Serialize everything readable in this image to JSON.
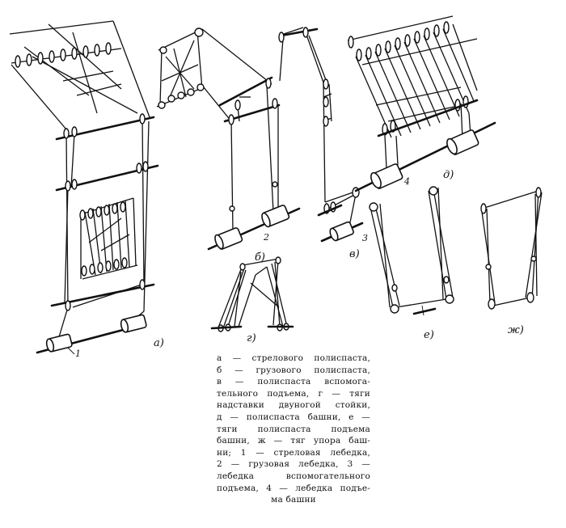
{
  "labels": {
    "a": "а)",
    "b": "б)",
    "v": "в)",
    "g": "г)",
    "d": "д)",
    "e": "е)",
    "zh": "ж)"
  },
  "numbers": {
    "n1": "1",
    "n2": "2",
    "n3": "3",
    "n4": "4"
  },
  "caption_lines": [
    "а — стрелового полиспаста,",
    "б — грузового полиспаста,",
    "в — полиспаста вспомога-",
    "тельного подъема, г — тяги",
    "надставки двуногой стойки,",
    "д — полиспаста башни, е —",
    "тяги полиспаста подъема",
    "башни, ж — тяг упора баш-",
    "ни; 1 — стреловая лебедка,",
    "2 — грузовая лебедка, 3 —",
    "лебедка вспомогательного",
    "подъема, 4 — лебедка подъе-",
    "ма башни"
  ]
}
